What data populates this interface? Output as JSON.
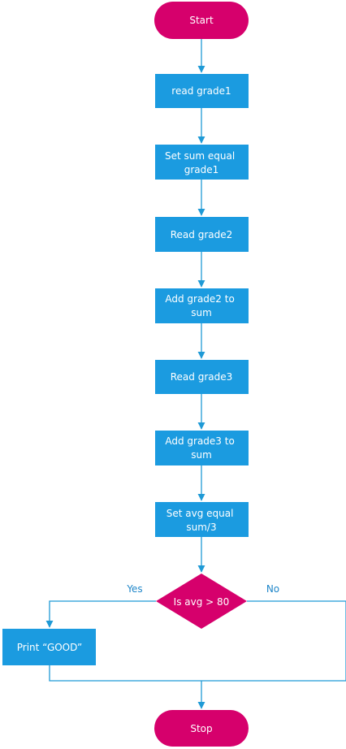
{
  "colors": {
    "terminal": "#d6006c",
    "process": "#1b9be0",
    "connector": "#1f9ad6",
    "branch_text": "#1f86c9"
  },
  "nodes": {
    "start": "Start",
    "read_grade1": "read grade1",
    "set_sum": [
      "Set sum equal",
      "grade1"
    ],
    "read_grade2": "Read grade2",
    "add_grade2": [
      "Add grade2 to",
      "sum"
    ],
    "read_grade3": "Read grade3",
    "add_grade3": [
      "Add grade3 to",
      "sum"
    ],
    "set_avg": [
      "Set avg equal",
      "sum/3"
    ],
    "decision": "Is avg > 80",
    "print_good": "Print “GOOD”",
    "stop": "Stop"
  },
  "branches": {
    "yes": "Yes",
    "no": "No"
  }
}
